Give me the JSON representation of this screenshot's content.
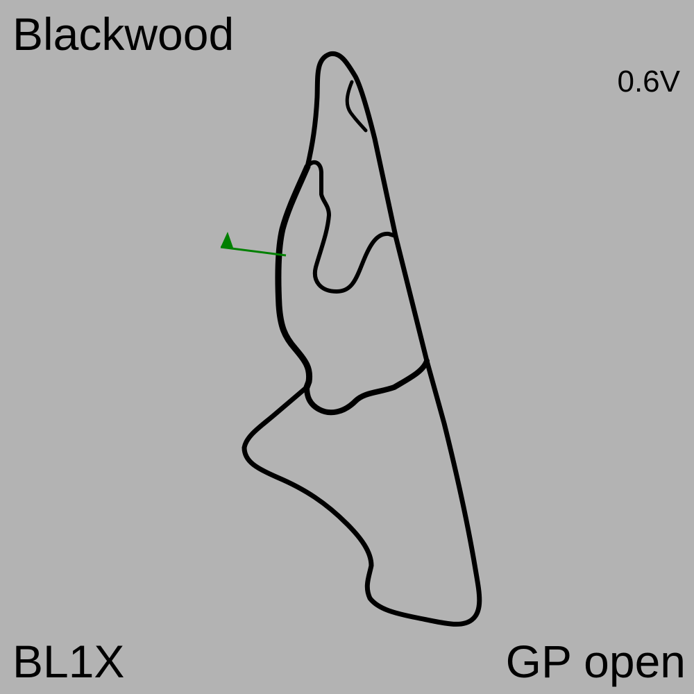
{
  "track_name": "Blackwood",
  "version": "0.6V",
  "layout_code": "BL1X",
  "layout_name": "GP open",
  "colors": {
    "background": "#b3b3b3",
    "track": "#000000",
    "start_marker": "#008000"
  }
}
